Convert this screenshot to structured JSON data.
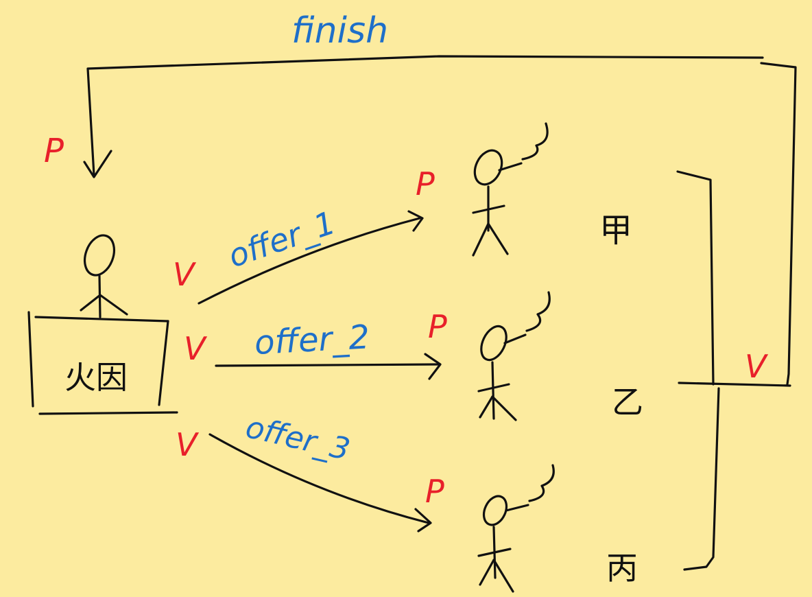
{
  "colors": {
    "background": "#FCEB9F",
    "ink": "#111111",
    "blue_text": "#1E6FC9",
    "red_text": "#E8202A"
  },
  "labels": {
    "finish": "finish",
    "offer_1": "offer_1",
    "offer_2": "offer_2",
    "offer_3": "offer_3",
    "desk_label": "火因",
    "jia": "甲",
    "yi": "乙",
    "bing": "丙",
    "p": "P",
    "v": "V"
  }
}
